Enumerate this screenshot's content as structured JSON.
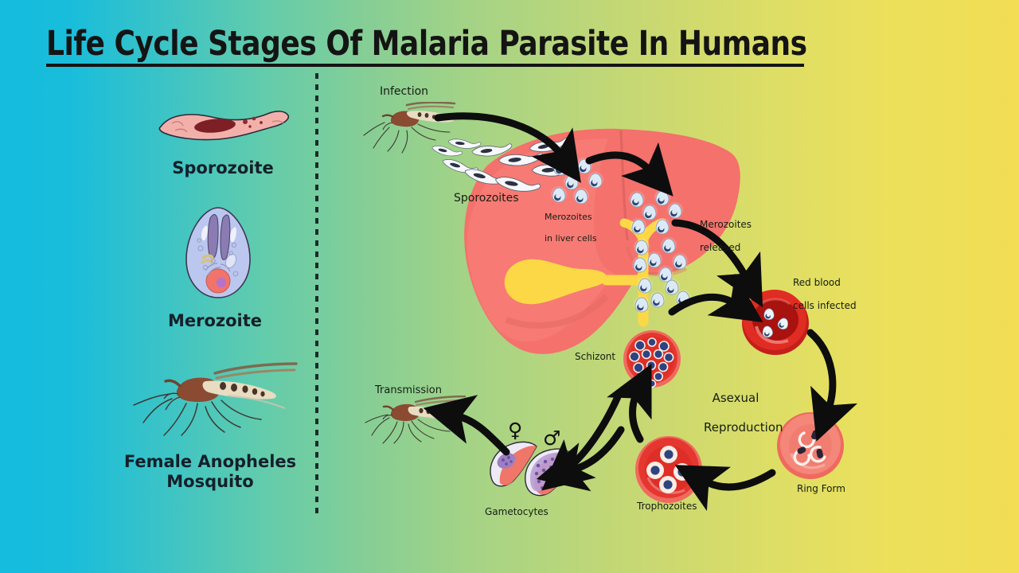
{
  "page": {
    "title": "Life Cycle Stages Of Malaria Parasite In Humans",
    "background": {
      "type": "horizontal-gradient",
      "from": "#15bcde",
      "mid": "#a4d386",
      "to": "#f2dd54"
    },
    "text_color": "#141414"
  },
  "legend": {
    "items": [
      {
        "label": "Sporozoite",
        "icon": "sporozoite-cell-icon",
        "color": "#f0a8a8"
      },
      {
        "label": "Merozoite",
        "icon": "merozoite-cell-icon",
        "color": "#b9c3ef"
      },
      {
        "label": "Female Anopheles\nMosquito",
        "line1": "Female Anopheles",
        "line2": "Mosquito",
        "icon": "mosquito-icon",
        "color": "#8a4b32"
      }
    ]
  },
  "diagram": {
    "labels": {
      "infection": "Infection",
      "sporozoites": "Sporozoites",
      "merozoites_in_liver_cells_line1": "Merozoites",
      "merozoites_in_liver_cells_line2": "in liver cells",
      "merozoites_released_line1": "Merozoites",
      "merozoites_released_line2": "released",
      "red_blood_cells_infected_line1": "Red blood",
      "red_blood_cells_infected_line2": "cells infected",
      "asexual_reproduction_line1": "Asexual",
      "asexual_reproduction_line2": "Reproduction",
      "schizont": "Schizont",
      "ring_form": "Ring Form",
      "trophozoites": "Trophozoites",
      "gametocytes": "Gametocytes",
      "transmission": "Transmission"
    },
    "symbols": {
      "female": "♀",
      "male": "♂"
    },
    "stages": [
      {
        "name": "liver",
        "color": "#f4716c",
        "note": "liver organ with gallbladder"
      },
      {
        "name": "gallbladder",
        "color": "#fcd846"
      },
      {
        "name": "red-blood-cell-infected",
        "color": "#d9231e",
        "parasite_count": 3
      },
      {
        "name": "ring-form",
        "color": "#f4796f",
        "ring_count": 3
      },
      {
        "name": "trophozoites",
        "color": "#e8403a",
        "vacuole_count": 4
      },
      {
        "name": "schizont",
        "color": "#e8403a",
        "merozoite_count": 13
      },
      {
        "name": "gametocyte-female",
        "color": "#ece9f4"
      },
      {
        "name": "gametocyte-male",
        "color": "#ece9f4"
      }
    ],
    "arrow_color": "#0d0d0d"
  }
}
